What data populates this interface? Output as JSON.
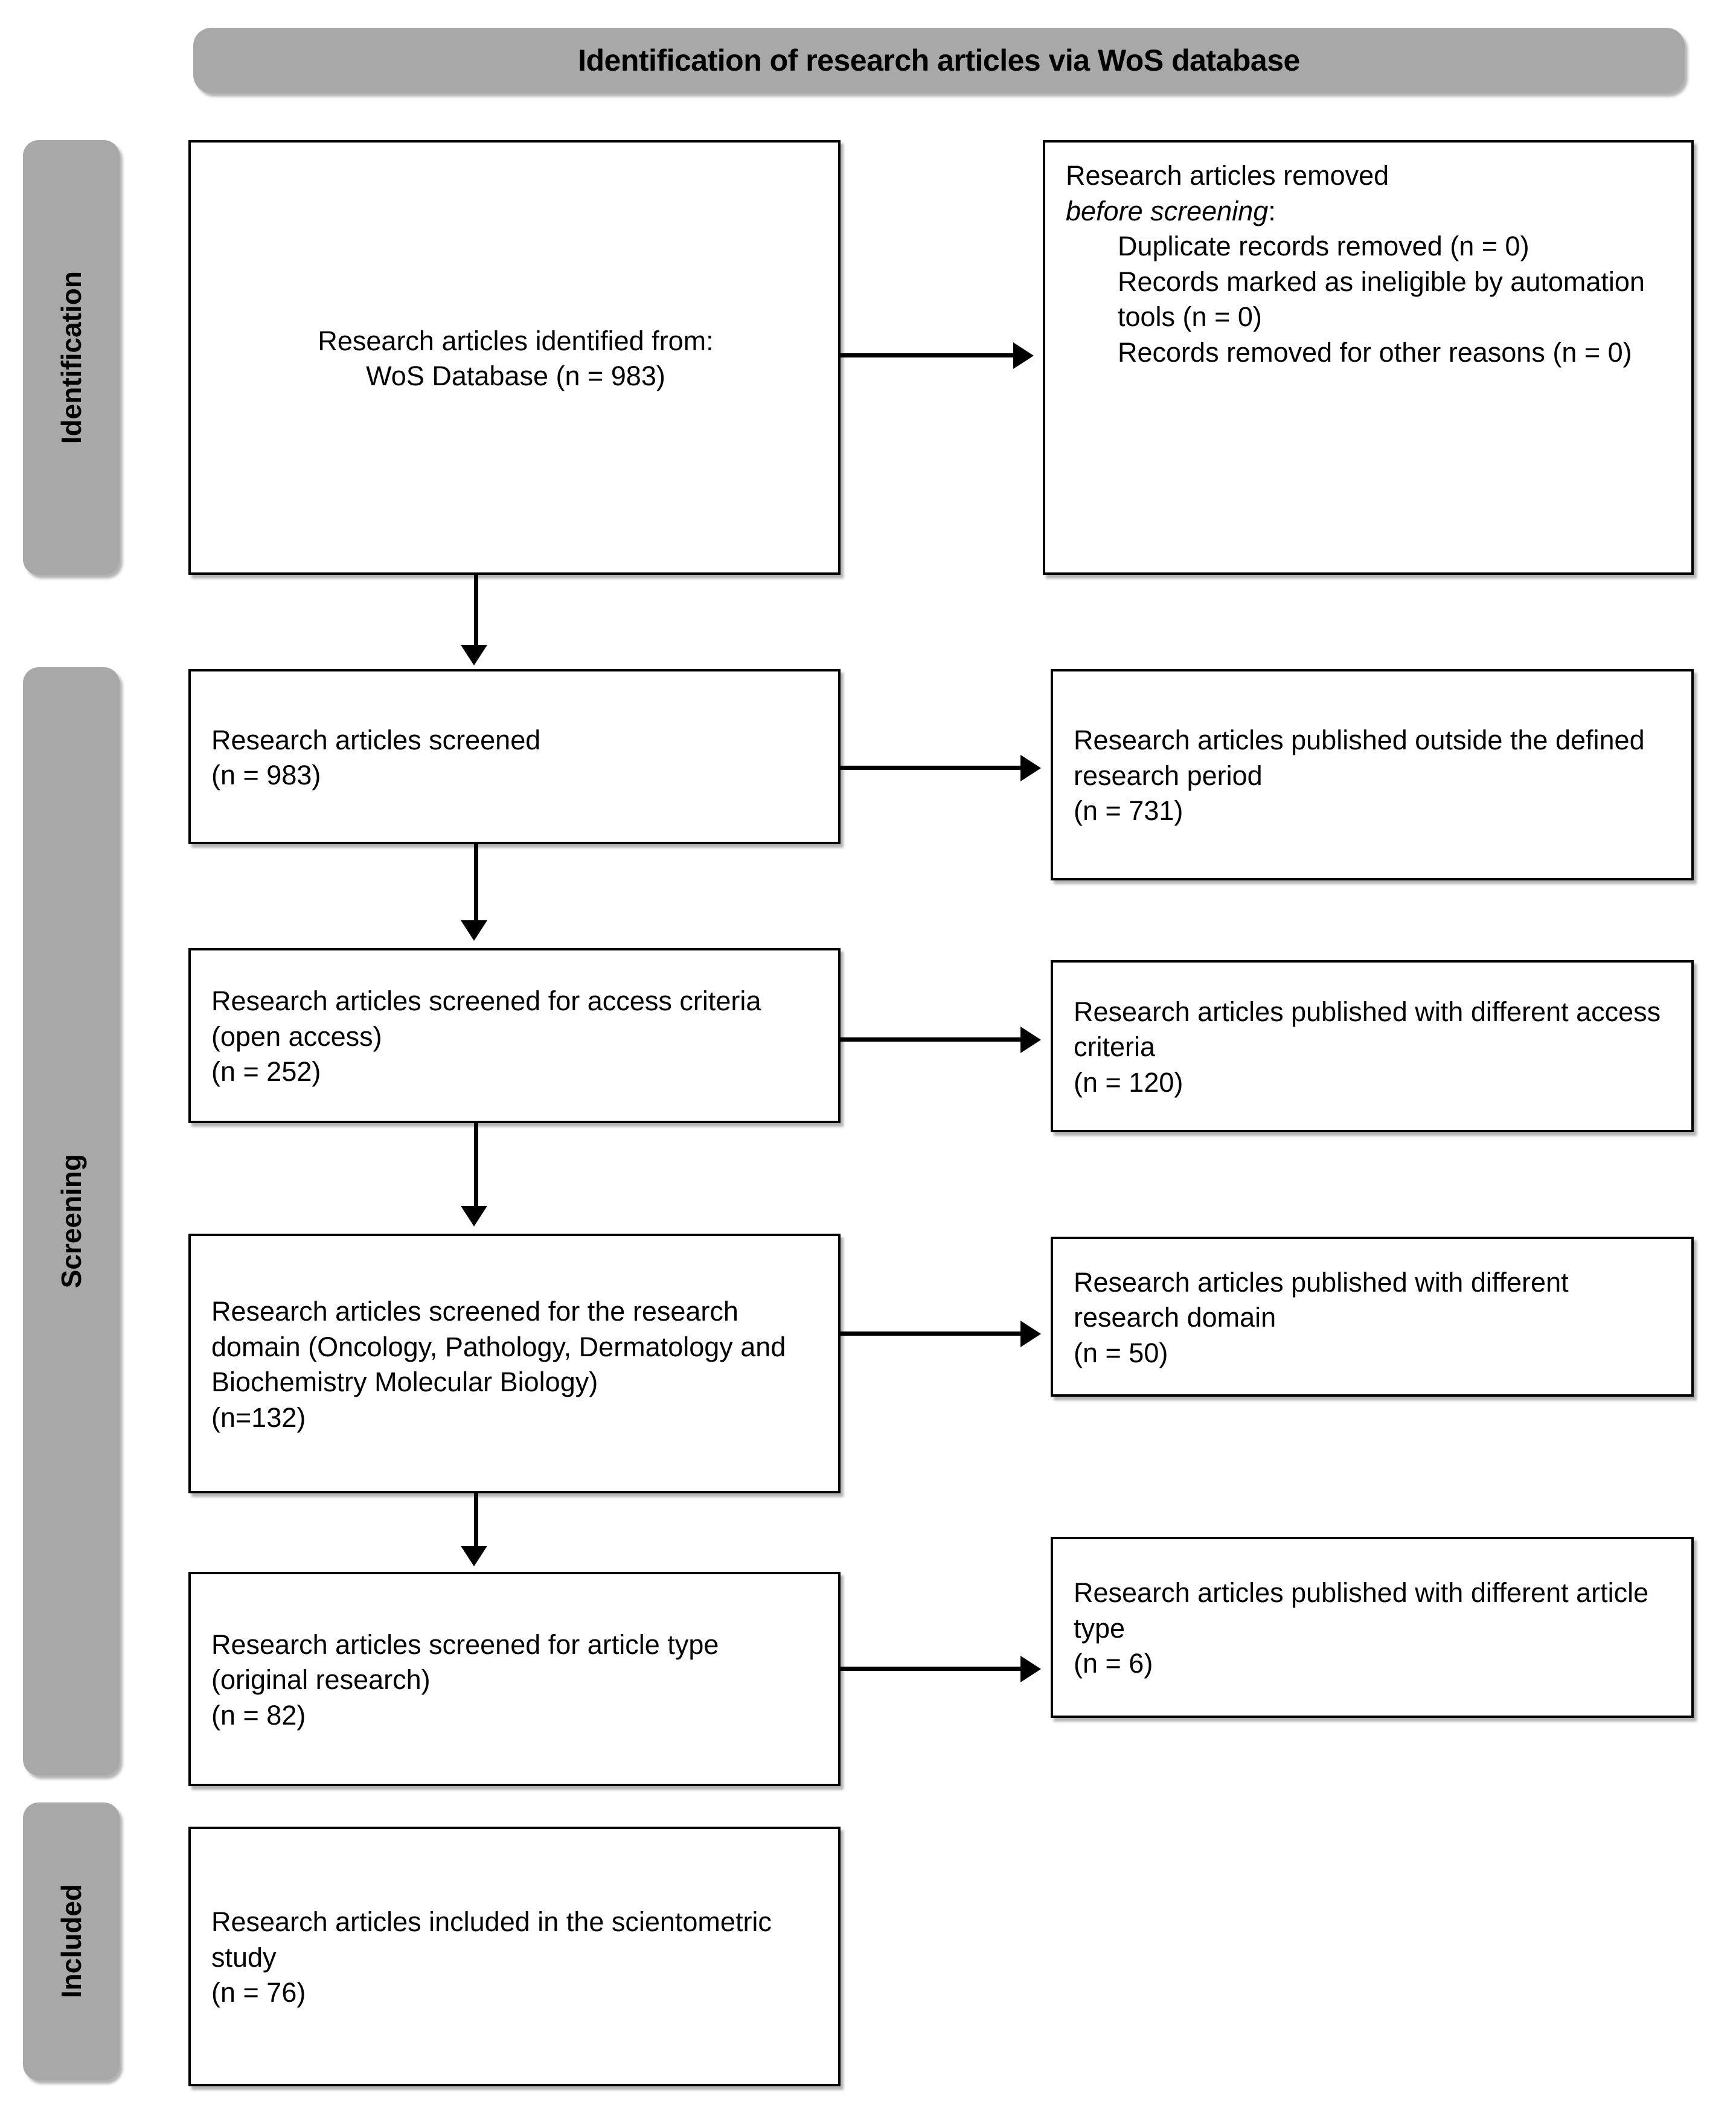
{
  "header": {
    "title": "Identification of research articles via WoS database"
  },
  "phases": [
    {
      "key": "identification",
      "label": "Identification"
    },
    {
      "key": "screening",
      "label": "Screening"
    },
    {
      "key": "included",
      "label": "Included"
    }
  ],
  "boxes": {
    "identified": {
      "line1": "Research articles identified from:",
      "line2": "WoS Database (n = 983)"
    },
    "removed": {
      "line1": "Research articles removed",
      "line2_italic": "before screening",
      "line2_tail": ":",
      "item1": "Duplicate records removed (n = 0)",
      "item2": "Records marked as ineligible by automation tools (n = 0)",
      "item3": "Records removed for other reasons (n = 0)"
    },
    "screened": {
      "text": "Research articles screened\n(n = 983)"
    },
    "outside": {
      "text": "Research articles published outside the defined research period\n(n = 731)"
    },
    "access": {
      "text": "Research articles screened for access criteria (open access)\n(n = 252)"
    },
    "diff_access": {
      "text": "Research articles published with different access criteria\n(n = 120)"
    },
    "domain": {
      "text": "Research articles screened for the research domain (Oncology, Pathology, Dermatology and Biochemistry Molecular Biology)\n(n=132)"
    },
    "diff_domain": {
      "text": "Research articles published with different research domain\n(n = 50)"
    },
    "article_type": {
      "text": "Research articles screened for article type (original research)\n(n = 82)"
    },
    "diff_type": {
      "text": "Research articles published with different article type\n(n = 6)"
    },
    "included": {
      "text": "Research articles included in the scientometric study\n(n = 76)"
    }
  },
  "counts": {
    "identified": 983,
    "duplicates_removed": 0,
    "ineligible_automation": 0,
    "removed_other": 0,
    "screened": 983,
    "excluded_outside_period": 731,
    "access_screened": 252,
    "excluded_access_criteria": 120,
    "domain_screened": 132,
    "excluded_domain": 50,
    "article_type_screened": 82,
    "excluded_article_type": 6,
    "included": 76
  },
  "colors": {
    "phase_bar": "#a8a8a8",
    "box_border": "#000000",
    "box_fill": "#ffffff"
  }
}
